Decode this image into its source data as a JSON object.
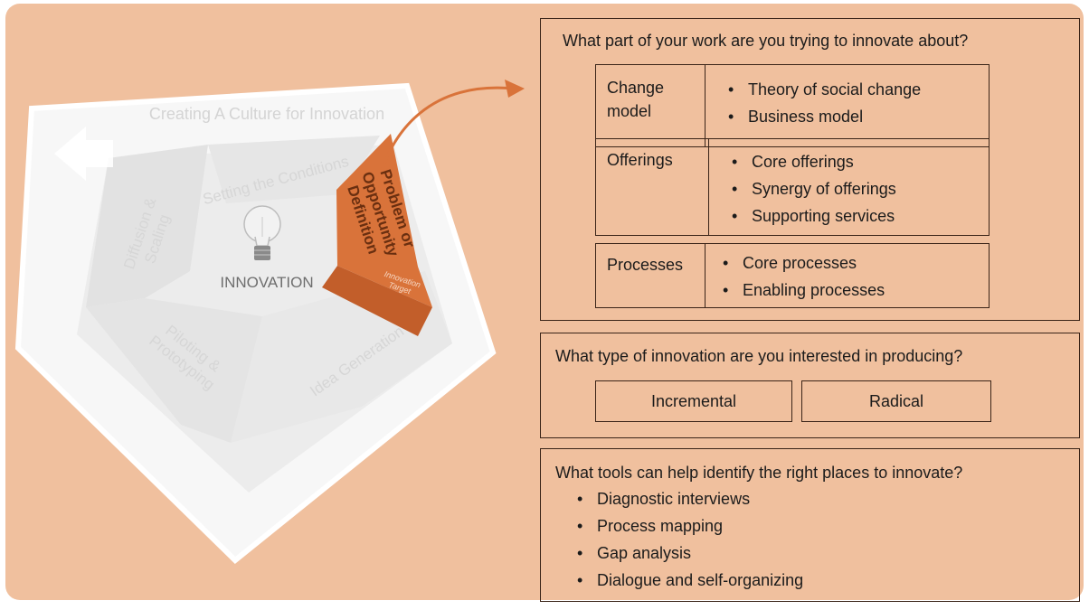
{
  "diagram": {
    "title": "Creating A Culture for Innovation",
    "center_label": "INNOVATION",
    "segments": {
      "conditions": "Setting the Conditions",
      "problem_line1": "Problem or",
      "problem_line2": "Opportunity",
      "problem_line3": "Definition",
      "idea": "Idea Generation",
      "piloting_line1": "Piloting &",
      "piloting_line2": "Prototyping",
      "diffusion_line1": "Diffusion &",
      "diffusion_line2": "Scaling"
    },
    "tags": {
      "innovation_target_1": "Innovation",
      "innovation_target_2": "Target"
    },
    "colors": {
      "background": "#f0c09e",
      "highlight": "#d9733a",
      "faded": "#f3f3f3"
    }
  },
  "panel_work": {
    "question": "What part of your work are you trying to innovate about?",
    "rows": [
      {
        "label_line1": "Change",
        "label_line2": "model",
        "items": [
          "Theory of social change",
          "Business model"
        ]
      },
      {
        "label_line1": "Offerings",
        "label_line2": "",
        "items": [
          "Core offerings",
          "Synergy of offerings",
          "Supporting services"
        ]
      },
      {
        "label_line1": "Processes",
        "label_line2": "",
        "items": [
          "Core processes",
          "Enabling processes"
        ]
      }
    ]
  },
  "panel_type": {
    "question": "What type of innovation are you interested in producing?",
    "options": [
      "Incremental",
      "Radical"
    ]
  },
  "panel_tools": {
    "question": "What tools can help identify the right places to innovate?",
    "items": [
      "Diagnostic interviews",
      "Process mapping",
      "Gap analysis",
      "Dialogue and self-organizing"
    ]
  }
}
